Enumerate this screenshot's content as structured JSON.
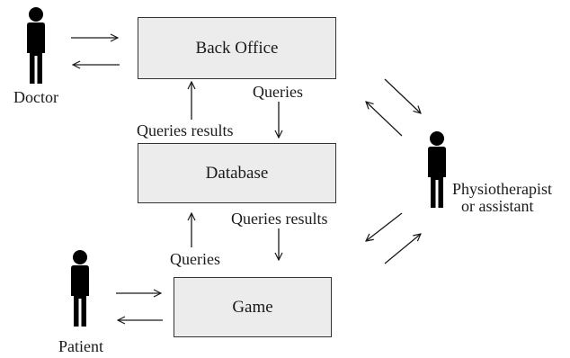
{
  "boxes": {
    "back_office": "Back Office",
    "database": "Database",
    "game": "Game"
  },
  "actors": {
    "doctor": "Doctor",
    "patient": "Patient",
    "physio_line1": "Physiotherapist",
    "physio_line2": "or assistant"
  },
  "flows": {
    "queries_top": "Queries",
    "queries_results_top": "Queries results",
    "queries_results_bottom": "Queries results",
    "queries_bottom": "Queries"
  },
  "colors": {
    "box_fill": "#ececec",
    "box_border": "#333333",
    "figure": "#000000",
    "text": "#1a1a1a"
  },
  "icons": {
    "person": "person-icon",
    "arrow": "arrow-icon"
  }
}
